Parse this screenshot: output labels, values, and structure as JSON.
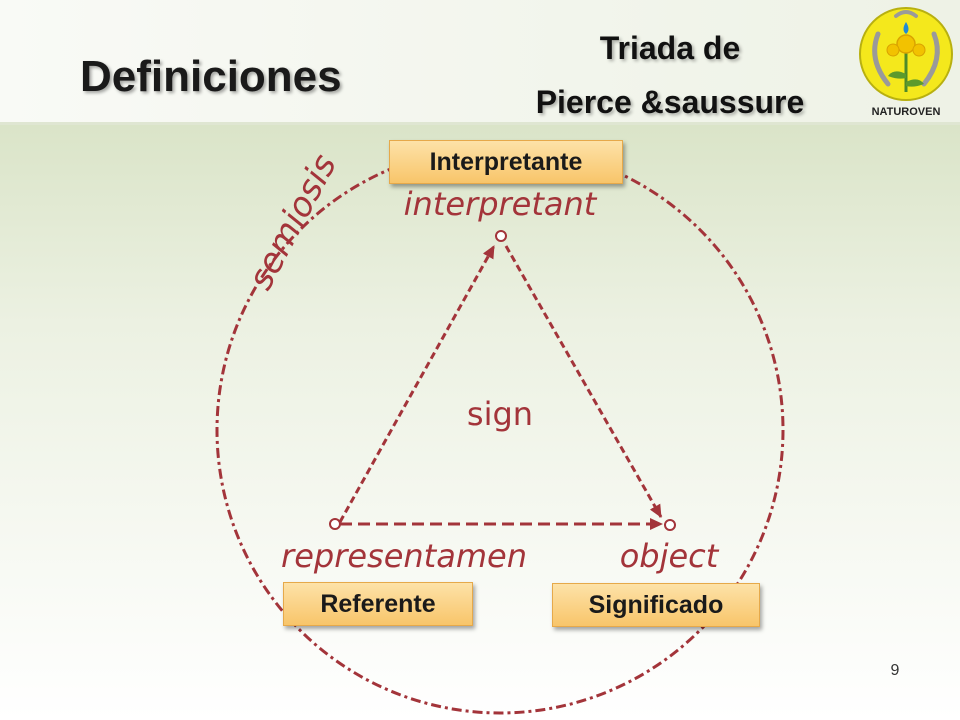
{
  "slide": {
    "title": "Definiciones",
    "subtitle_line1": "Triada de",
    "subtitle_line2": "Pierce &saussure",
    "page_number": "9"
  },
  "logo": {
    "text": "NATUROVEN",
    "icon": "dandelion-logo-icon"
  },
  "diagram": {
    "semiosis": "semiosis",
    "interpretant": "interpretant",
    "sign": "sign",
    "representamen": "representamen",
    "object": "object"
  },
  "labels": {
    "interpretante": "Interpretante",
    "referente": "Referente",
    "significado": "Significado"
  },
  "colors": {
    "diagram_red": "#a3343a",
    "label_fill": "#f8c56a",
    "logo_yellow": "#f4e81c"
  }
}
